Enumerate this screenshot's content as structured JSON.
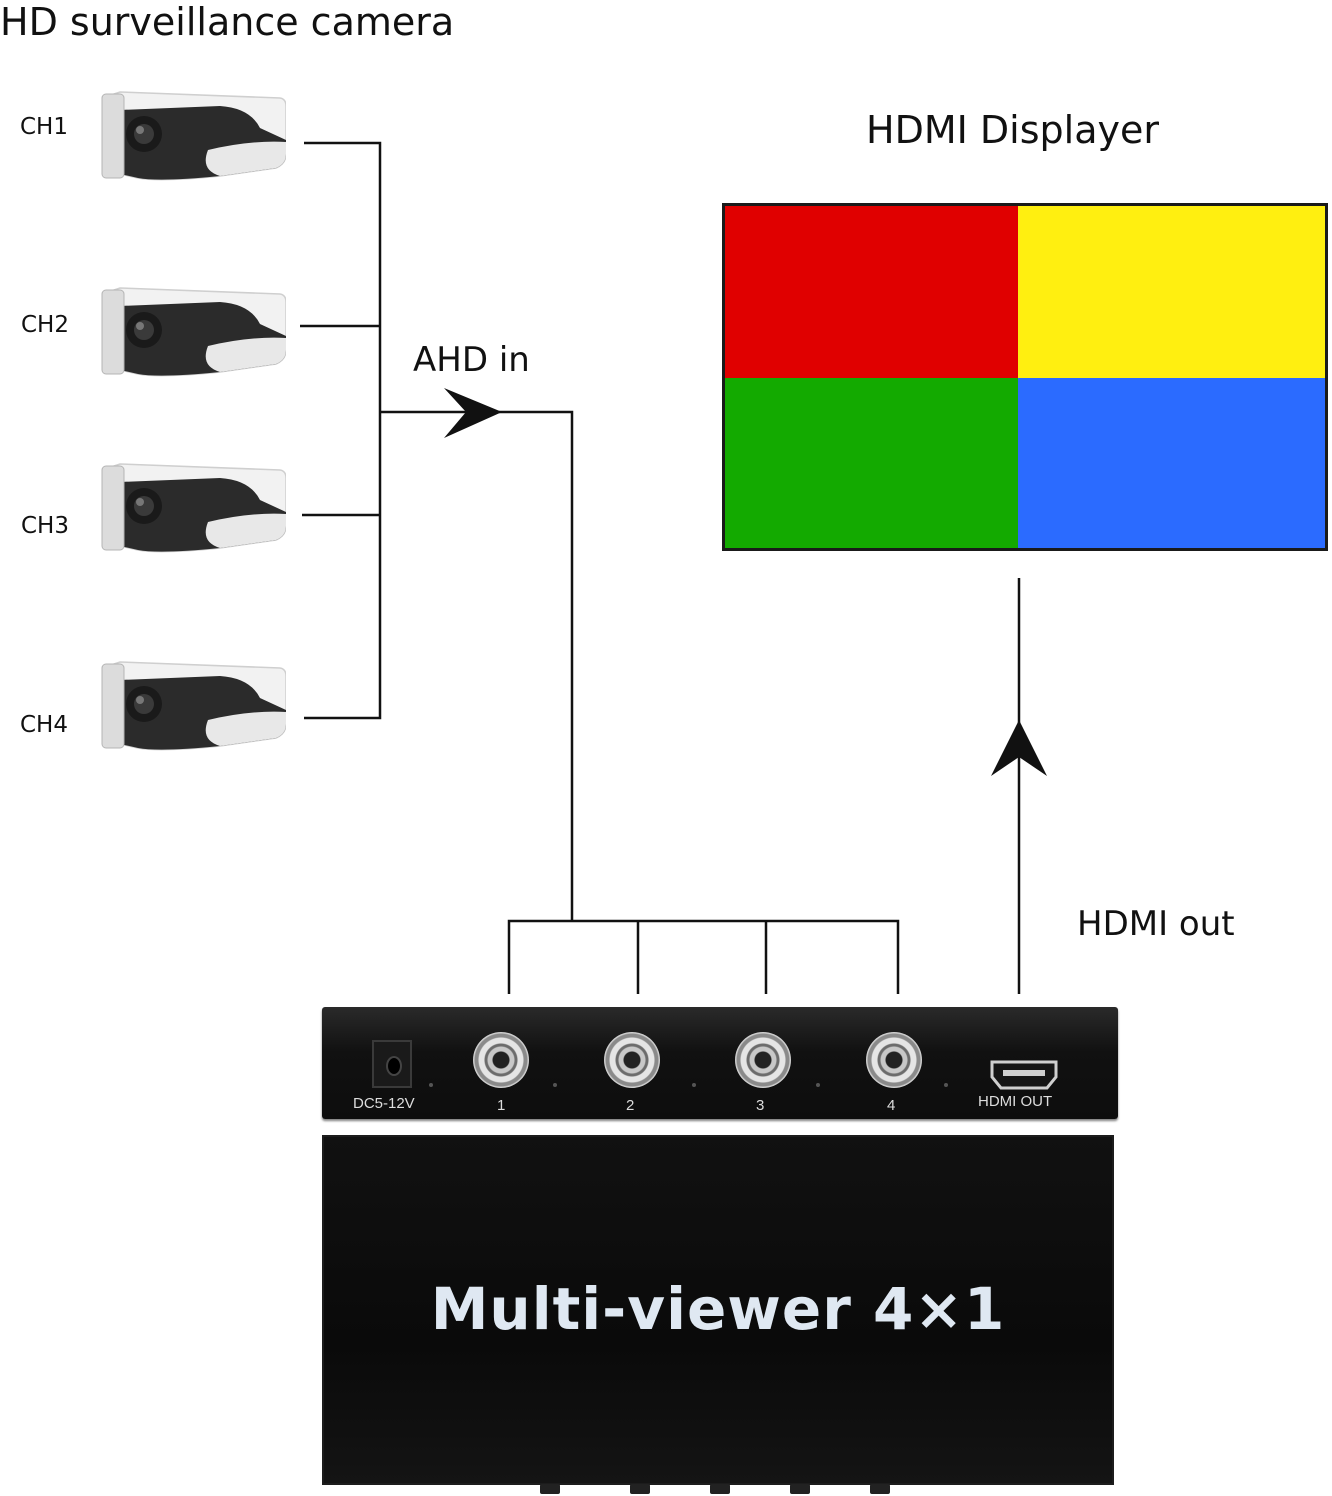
{
  "title": "HD surveillance camera",
  "channels": [
    {
      "label": "CH1"
    },
    {
      "label": "CH2"
    },
    {
      "label": "CH3"
    },
    {
      "label": "CH4"
    }
  ],
  "ahd_label": "AHD in",
  "display_title": "HDMI Displayer",
  "display_quadrants": [
    {
      "color": "#e00000"
    },
    {
      "color": "#ffef10"
    },
    {
      "color": "#13aa00"
    },
    {
      "color": "#2b6bff"
    }
  ],
  "hdmi_out_label": "HDMI out",
  "device": {
    "name": "Multi-viewer 4×1",
    "power_label": "DC5-12V",
    "ports": [
      {
        "label": "1"
      },
      {
        "label": "2"
      },
      {
        "label": "3"
      },
      {
        "label": "4"
      }
    ],
    "hdmi_port_label": "HDMI OUT"
  }
}
